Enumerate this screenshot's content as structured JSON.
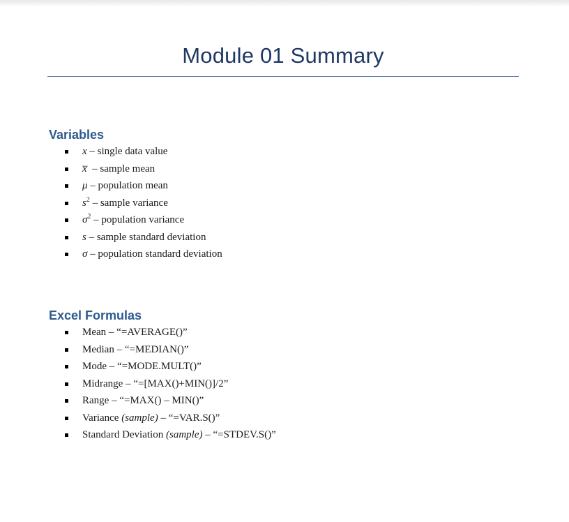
{
  "document": {
    "title": "Module 01 Summary"
  },
  "variables_section": {
    "heading": "Variables",
    "items": [
      {
        "symbol": "x",
        "sup": "",
        "text": " – single data value"
      },
      {
        "symbol": "x̅",
        "sup": "",
        "text": "  – sample mean"
      },
      {
        "symbol": "μ",
        "sup": "",
        "text": " – population mean"
      },
      {
        "symbol": "s",
        "sup": "2",
        "text": " – sample variance"
      },
      {
        "symbol": "σ",
        "sup": "2",
        "text": " – population variance"
      },
      {
        "symbol": "s",
        "sup": "",
        "text": " – sample standard deviation"
      },
      {
        "symbol": "σ",
        "sup": "",
        "text": " – population standard deviation"
      }
    ]
  },
  "excel_section": {
    "heading": "Excel Formulas",
    "items": [
      {
        "label": "Mean",
        "qualifier": "",
        "formula": " – “=AVERAGE()”"
      },
      {
        "label": "Median",
        "qualifier": "",
        "formula": " – “=MEDIAN()”"
      },
      {
        "label": "Mode",
        "qualifier": "",
        "formula": " – “=MODE.MULT()”"
      },
      {
        "label": "Midrange",
        "qualifier": "",
        "formula": " – “=[MAX()+MIN()]/2”"
      },
      {
        "label": "Range",
        "qualifier": "",
        "formula": " – “=MAX() – MIN()”"
      },
      {
        "label": "Variance ",
        "qualifier": "(sample)",
        "formula": " – “=VAR.S()”"
      },
      {
        "label": "Standard Deviation ",
        "qualifier": "(sample)",
        "formula": " – “=STDEV.S()”"
      }
    ]
  }
}
